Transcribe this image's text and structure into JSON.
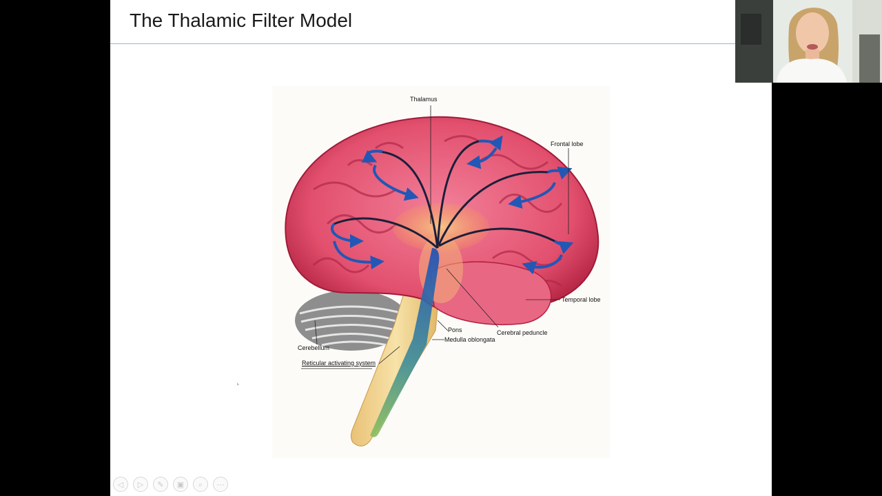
{
  "slide": {
    "title": "The Thalamic Filter Model"
  },
  "figure": {
    "labels": {
      "thalamus": "Thalamus",
      "frontal_lobe": "Frontal lobe",
      "temporal_lobe": "Temporal lobe",
      "cerebral_peduncle": "Cerebral peduncle",
      "pons": "Pons",
      "medulla_oblongata": "Medulla oblongata",
      "cerebellum": "Cerebellum",
      "reticular_activating_system": "Reticular activating system"
    }
  },
  "controls": [
    {
      "icon": "previous-icon",
      "glyph": "◁"
    },
    {
      "icon": "next-icon",
      "glyph": "▷"
    },
    {
      "icon": "pen-icon",
      "glyph": "✎"
    },
    {
      "icon": "slides-icon",
      "glyph": "▣"
    },
    {
      "icon": "zoom-icon",
      "glyph": "⌕"
    },
    {
      "icon": "more-icon",
      "glyph": "⋯"
    }
  ],
  "colors": {
    "brain": "#e2506e",
    "brain_dark": "#b0203f",
    "cerebellum": "#9a9a9a",
    "brainstem": "#f1d28a",
    "arrows": "#1f3f8f",
    "thalamus_glow": "#f3b064",
    "rule": "#9fb4c6"
  }
}
